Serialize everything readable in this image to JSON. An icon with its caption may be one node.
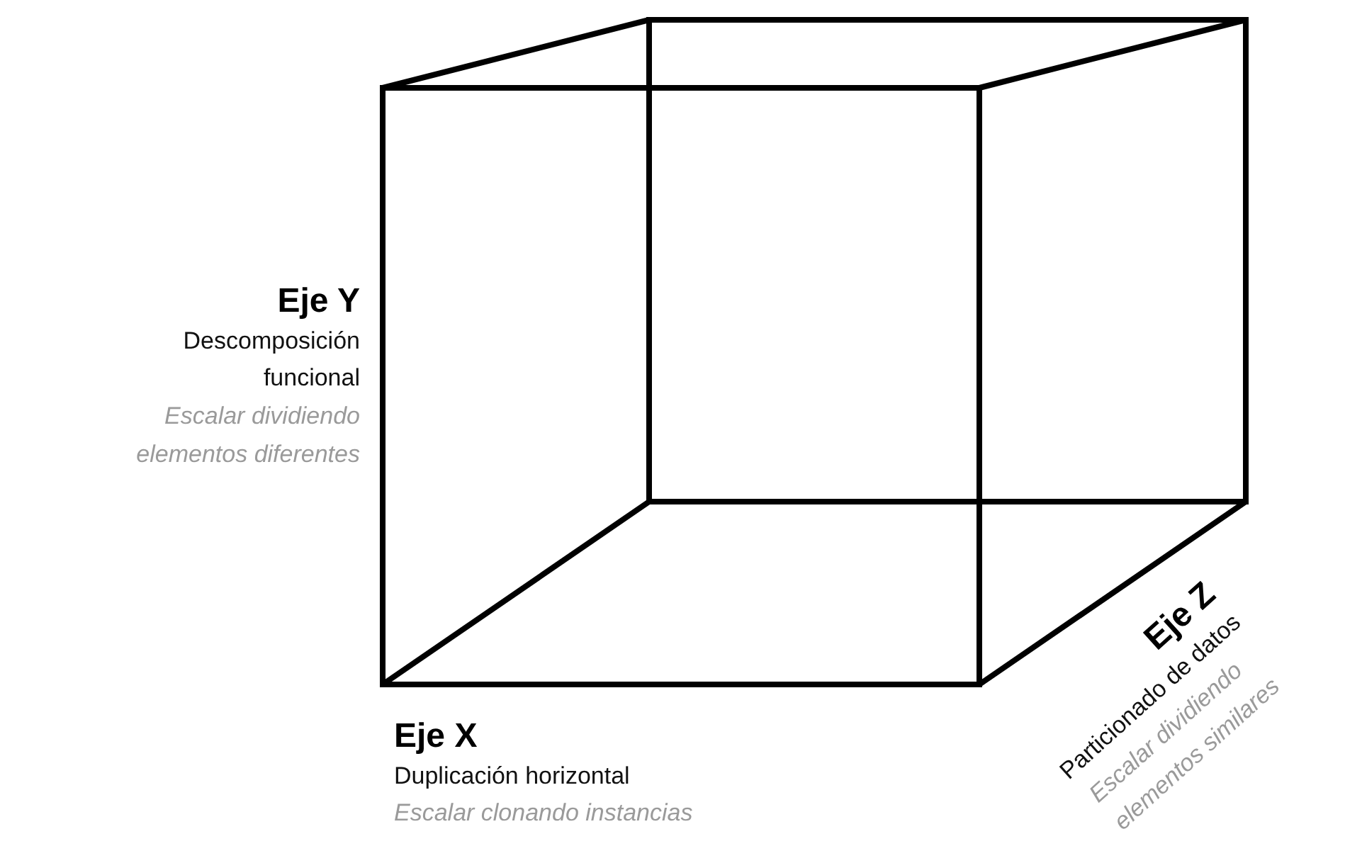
{
  "diagram": {
    "labels": [
      "Eje Y",
      "Descomposición funcional",
      "Escalar dividiendo elementos diferentes",
      "Eje Z",
      "Particionado de datos",
      "Escalar dividiendo elementos similares",
      "Eje X",
      "Duplicación horizontal",
      "Escalar clonando instancias"
    ]
  }
}
